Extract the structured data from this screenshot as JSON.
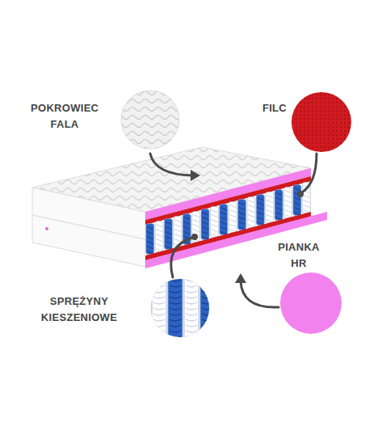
{
  "diagram": {
    "labels": [
      "POKROWIEC FALA",
      "FILC",
      "PIANKA HR",
      "SPRĘŻYNY KIESZENIOWE"
    ]
  }
}
